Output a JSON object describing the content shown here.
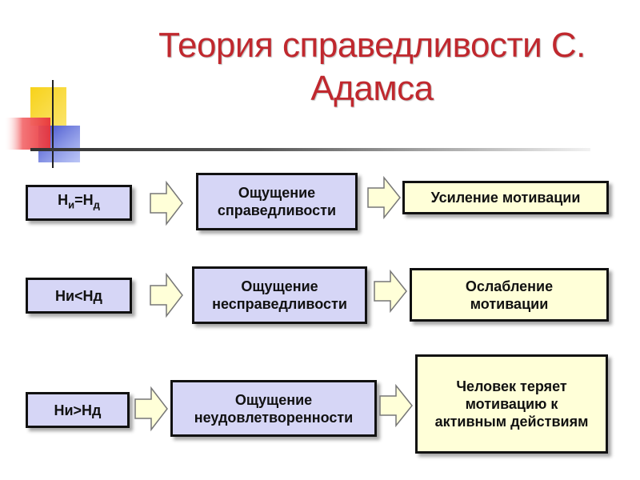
{
  "slide": {
    "title_line1": "Теория справедливости С.",
    "title_line2": "Адамса"
  },
  "rows": [
    {
      "condition": "Ни=Нд",
      "condition_main_a": "Н",
      "condition_sub_a": "и",
      "condition_eq": "=Н",
      "condition_sub_b": "д",
      "feeling_line1": "Ощущение",
      "feeling_line2": "справедливости",
      "result": "Усиление мотивации"
    },
    {
      "condition": "Ни<Нд",
      "feeling_line1": "Ощущение",
      "feeling_line2": "несправедливости",
      "result_line1": "Ослабление",
      "result_line2": "мотивации"
    },
    {
      "condition": "Ни>Нд",
      "feeling_line1": "Ощущение",
      "feeling_line2": "неудовлетворенности",
      "result_line1": "Человек теряет",
      "result_line2": "мотивацию к",
      "result_line3": "активным действиям"
    }
  ],
  "colors": {
    "title": "#c0282e",
    "condition_box": "#d6d6f6",
    "feeling_box": "#d6d6f6",
    "result_box": "#ffffd8",
    "arrow_fill": "#ffffd8",
    "deco_yellow": "#f7d21a",
    "deco_red": "#f0444a",
    "deco_blue": "#5060d8"
  }
}
